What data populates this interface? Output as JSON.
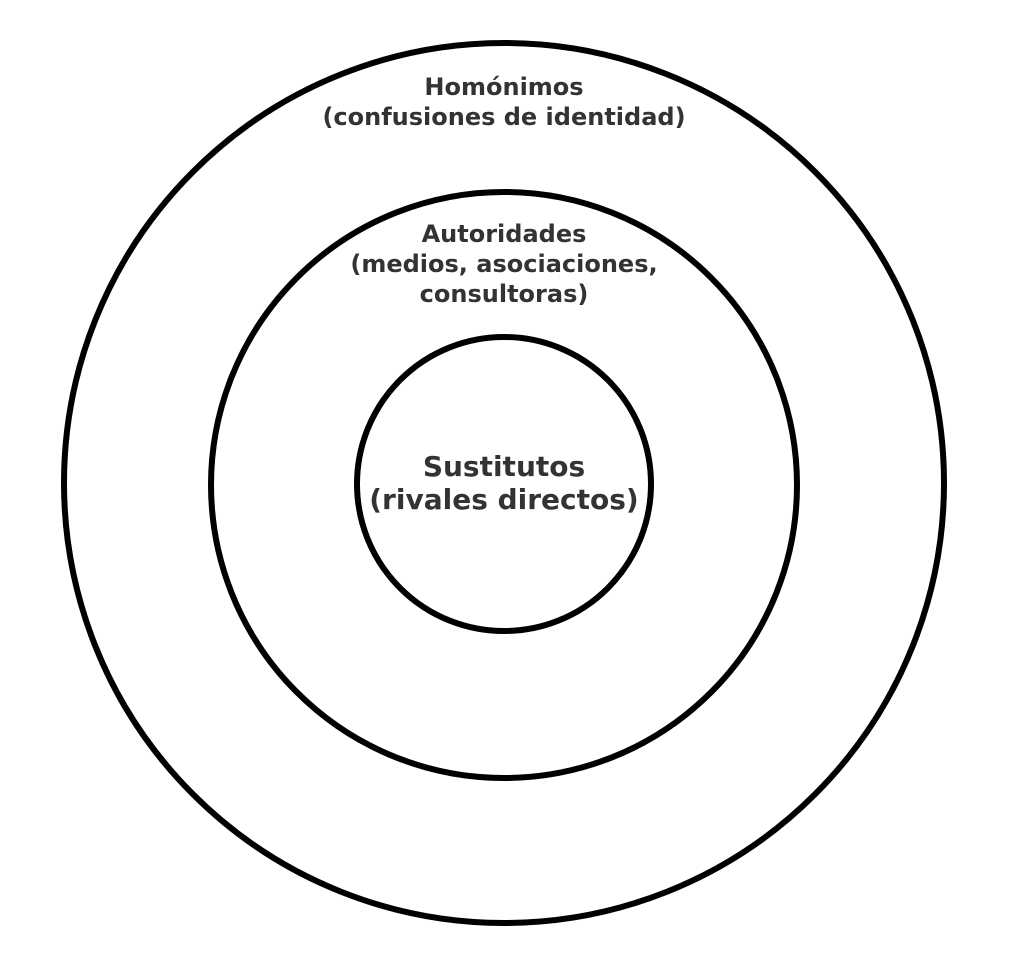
{
  "rings": [
    {
      "id": "outer",
      "lines": [
        "Homónimos",
        "(confusiones de identidad)"
      ]
    },
    {
      "id": "middle",
      "lines": [
        "Autoridades",
        "(medios, asociaciones,",
        "consultoras)"
      ]
    },
    {
      "id": "inner",
      "lines": [
        "Sustitutos",
        "(rivales directos)"
      ]
    }
  ],
  "colors": {
    "ring_stroke": "#000000",
    "label_text": "#333333",
    "background": "#ffffff"
  }
}
